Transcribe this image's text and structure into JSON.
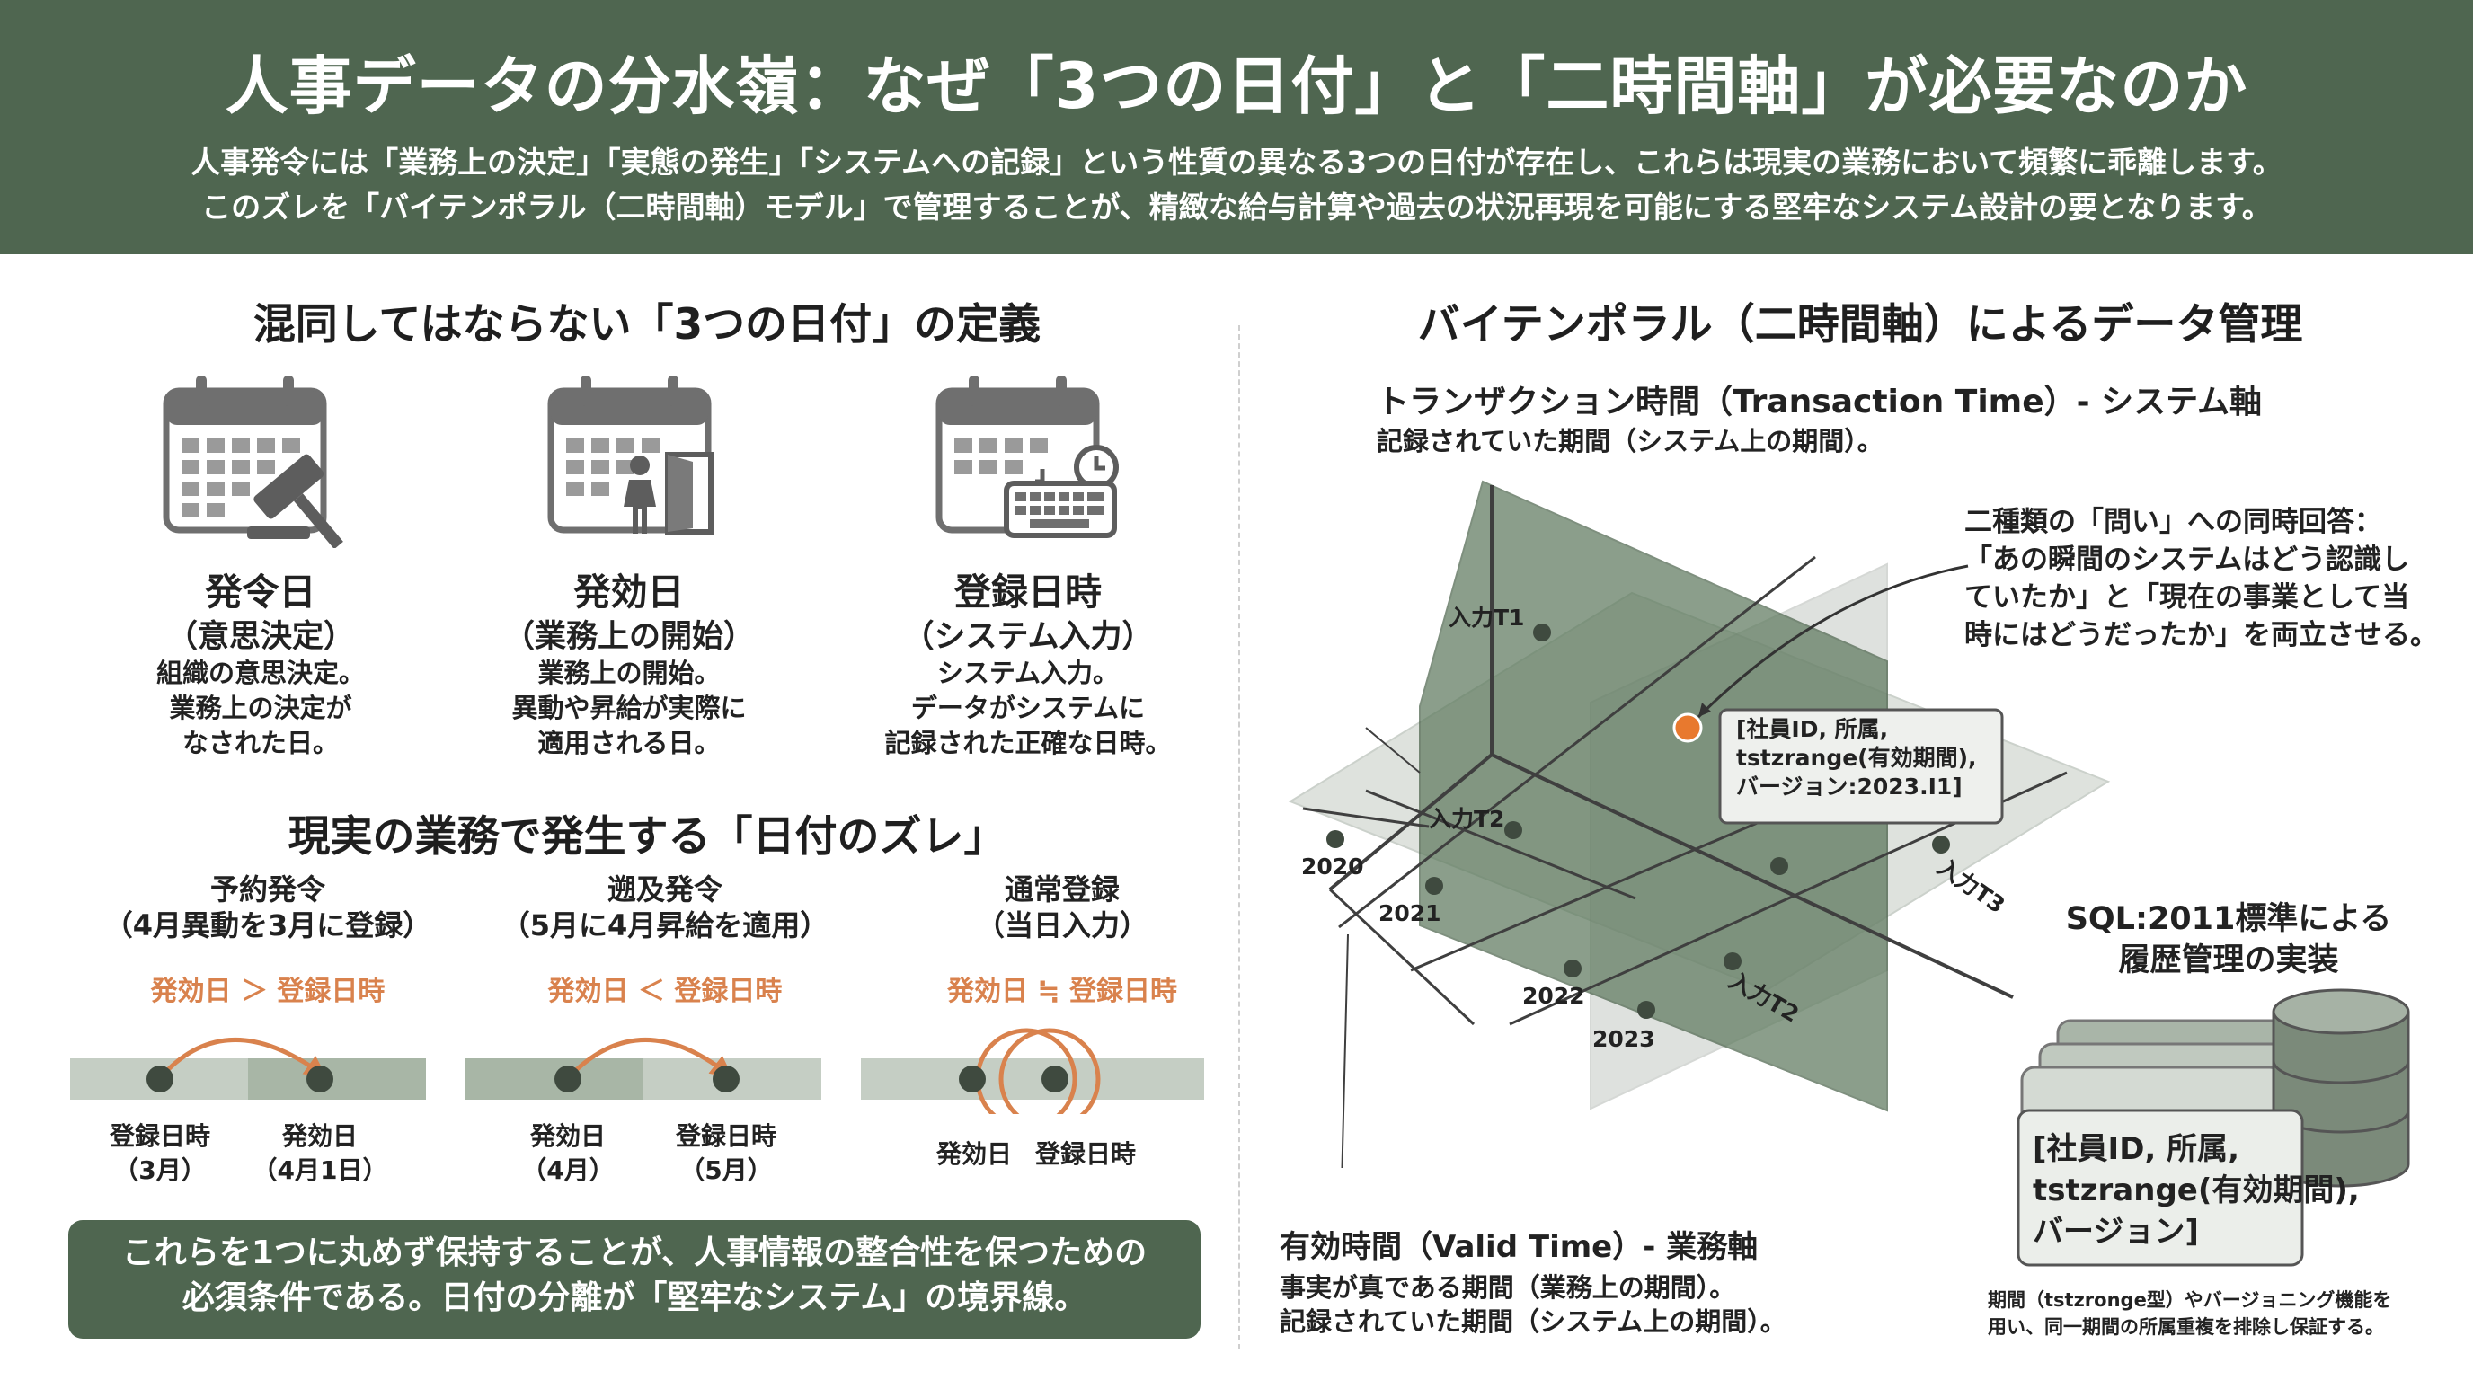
{
  "header": {
    "title": "人事データの分水嶺：なぜ「3つの日付」と「二時間軸」が必要なのか",
    "subtitle_line1": "人事発令には「業務上の決定」「実態の発生」「システムへの記録」という性質の異なる3つの日付が存在し、これらは現実の業務において頻繁に乖離します。",
    "subtitle_line2": "このズレを「バイテンポラル（二時間軸）モデル」で管理することが、精緻な給与計算や過去の状況再現を可能にする堅牢なシステム設計の要となります。"
  },
  "left": {
    "dates_title": "混同してはならない「3つの日付」の定義",
    "dates": [
      {
        "icon": "calendar-gavel-icon",
        "name": "発令日",
        "sub": "（意思決定）",
        "desc": "組織の意思決定。\n業務上の決定が\nなされた日。"
      },
      {
        "icon": "calendar-door-icon",
        "name": "発効日",
        "sub": "（業務上の開始）",
        "desc": "業務上の開始。\n異動や昇給が実際に\n適用される日。"
      },
      {
        "icon": "calendar-keyboard-icon",
        "name": "登録日時",
        "sub": "（システム入力）",
        "desc": "システム入力。\nデータがシステムに\n記録された正確な日時。"
      }
    ],
    "zure_title": "現実の業務で発生する「日付のズレ」",
    "zure": [
      {
        "title": "予約発令\n（4月異動を3月に登録）",
        "relation": "発効日 ＞ 登録日時",
        "left_label": "登録日時\n（3月）",
        "right_label": "発効日\n（4月1日）"
      },
      {
        "title": "遡及発令\n（5月に4月昇給を適用）",
        "relation": "発効日 ＜ 登録日時",
        "left_label": "発効日\n（4月）",
        "right_label": "登録日時\n（5月）"
      },
      {
        "title": "通常登録\n（当日入力）",
        "relation": "発効日 ≒ 登録日時",
        "left_label": "発効日",
        "right_label": "登録日時"
      }
    ],
    "bottom_line1": "これらを1つに丸めず保持することが、人事情報の整合性を保つための",
    "bottom_line2": "必須条件である。日付の分離が「堅牢なシステム」の境界線。"
  },
  "right": {
    "title": "バイテンポラル（二時間軸）によるデータ管理",
    "tx_title": "トランザクション時間（Transaction Time）- システム軸",
    "tx_desc": "記録されていた期間（システム上の期間）。",
    "answer_title": "二種類の「問い」への同時回答：",
    "answer_body": "「あの瞬間のシステムはどう認識し\nていたか」と「現在の事業として当\n時にはどうだったか」を両立させる。",
    "labels": {
      "t1": "入力T1",
      "t2a": "入力T2",
      "t3": "入力T3",
      "t2b": "入力T2",
      "y2020": "2020",
      "y2021": "2021",
      "y2022": "2022",
      "y2023": "2023"
    },
    "callout": "[社員ID, 所属,\ntstzrange(有効期間),\nバージョン:2023.I1]",
    "valid_title": "有効時間（Valid Time）- 業務軸",
    "valid_desc1": "事実が真である期間（業務上の期間）。",
    "valid_desc2": "記録されていた期間（システム上の期間）。",
    "sql_title": "SQL:2011標準による\n履歴管理の実装",
    "record_box": "[社員ID, 所属,\ntstzrange(有効期間),\nバージョン]",
    "sql_note": "期間（tstzronge型）やバージョニング機能を\n用い、同一期間の所属重複を排除し保証する。"
  },
  "colors": {
    "header_green": "#4f6650",
    "accent_orange": "#d9824d",
    "icon_gray": "#6f6f6f"
  }
}
